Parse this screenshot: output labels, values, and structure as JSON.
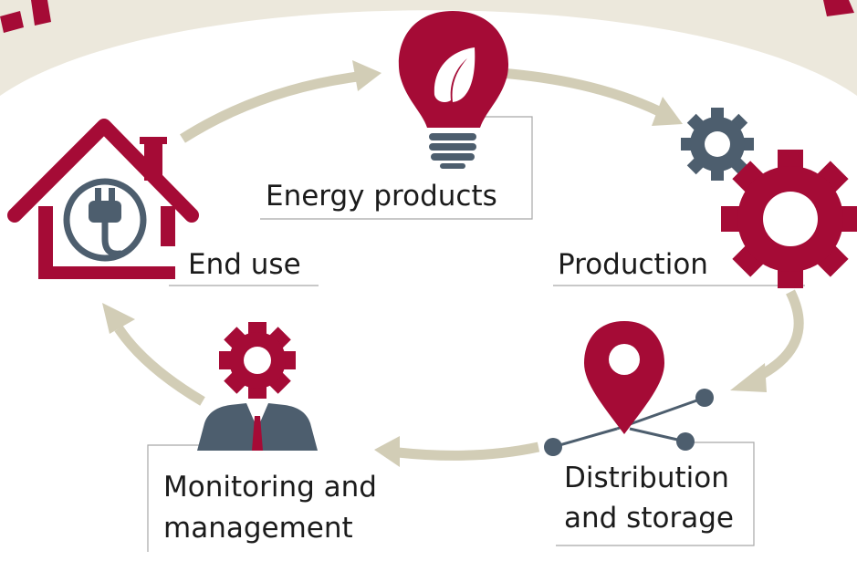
{
  "steps": {
    "energy_products": "Energy products",
    "production": "Production",
    "distribution_line1": "Distribution",
    "distribution_line2": "and storage",
    "monitoring_line1": "Monitoring and",
    "monitoring_line2": "management",
    "end_use": "End use"
  },
  "colors": {
    "accent": "#a50b36",
    "slate": "#4d5e6e",
    "arrow": "#d2cdb6",
    "banner": "#ece8dc",
    "leader_line": "#a8a8a8"
  }
}
